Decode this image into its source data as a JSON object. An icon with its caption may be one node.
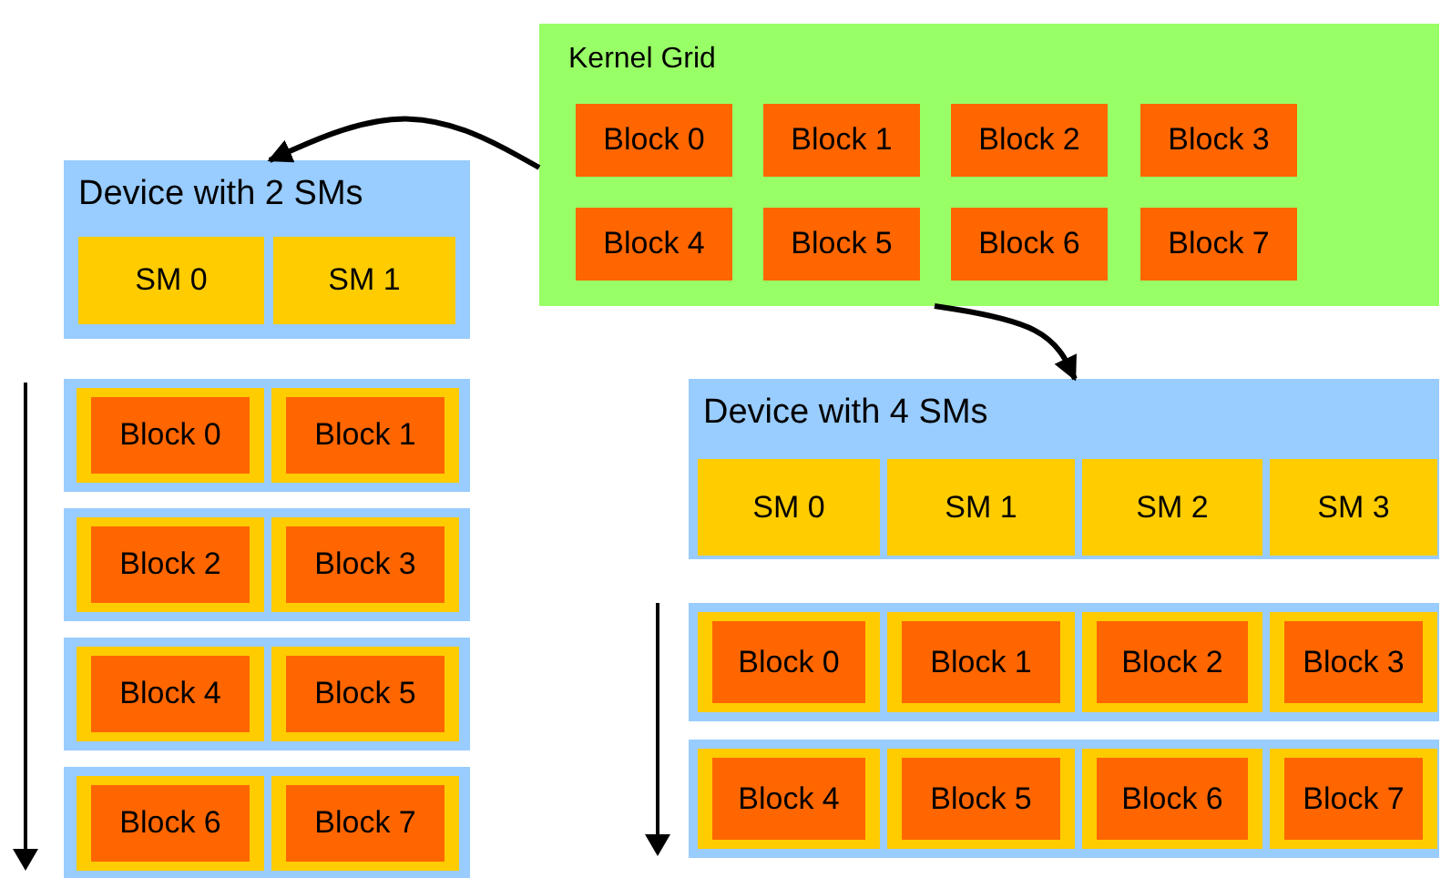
{
  "diagram": {
    "nodes": [
      {
        "text": [
          "Kernel Grid"
        ]
      },
      {
        "text": [
          "Block 0"
        ],
        "in": 0
      },
      {
        "text": [
          "Block 1"
        ],
        "in": 0
      },
      {
        "text": [
          "Block 2"
        ],
        "in": 0
      },
      {
        "text": [
          "Block 3"
        ],
        "in": 0
      },
      {
        "text": [
          "Block 4"
        ],
        "in": 0
      },
      {
        "text": [
          "Block 5"
        ],
        "in": 0
      },
      {
        "text": [
          "Block 6"
        ],
        "in": 0
      },
      {
        "text": [
          "Block 7"
        ],
        "in": 0
      },
      {
        "text": [
          "Device with 2 SMs"
        ]
      },
      {
        "text": [
          "SM 0"
        ],
        "in": 9
      },
      {
        "text": [
          "SM 1"
        ],
        "in": 9
      },
      {
        "text": [],
        "shape": "box"
      },
      {
        "text": [],
        "shape": "box"
      },
      {
        "text": [],
        "shape": "box"
      },
      {
        "text": [],
        "shape": "box"
      },
      {
        "text": [
          "Block 0"
        ],
        "in": 12
      },
      {
        "text": [
          "Block 1"
        ],
        "in": 12
      },
      {
        "text": [
          "Block 2"
        ],
        "in": 13
      },
      {
        "text": [
          "Block 3"
        ],
        "in": 13
      },
      {
        "text": [
          "Block 4"
        ],
        "in": 14
      },
      {
        "text": [
          "Block 5"
        ],
        "in": 14
      },
      {
        "text": [
          "Block 6"
        ],
        "in": 15
      },
      {
        "text": [
          "Block 7"
        ],
        "in": 15
      },
      {
        "text": [
          "Device with 4 SMs"
        ]
      },
      {
        "text": [
          "SM 0"
        ],
        "in": 24
      },
      {
        "text": [
          "SM 1"
        ],
        "in": 24
      },
      {
        "text": [
          "SM 2"
        ],
        "in": 24
      },
      {
        "text": [
          "SM 3"
        ],
        "in": 24
      },
      {
        "text": [],
        "shape": "box"
      },
      {
        "text": [],
        "shape": "box"
      },
      {
        "text": [
          "Block 0"
        ],
        "in": 29
      },
      {
        "text": [
          "Block 1"
        ],
        "in": 29
      },
      {
        "text": [
          "Block 2"
        ],
        "in": 29
      },
      {
        "text": [
          "Block 3"
        ],
        "in": 29
      },
      {
        "text": [
          "Block 4"
        ],
        "in": 30
      },
      {
        "text": [
          "Block 5"
        ],
        "in": 30
      },
      {
        "text": [
          "Block 6"
        ],
        "in": 30
      },
      {
        "text": [
          "Block 7"
        ],
        "in": 30
      }
    ],
    "edges": [
      {
        "from": 0,
        "to": 9,
        "arrow": "to"
      },
      {
        "from": 0,
        "to": 24,
        "arrow": "to"
      }
    ]
  }
}
